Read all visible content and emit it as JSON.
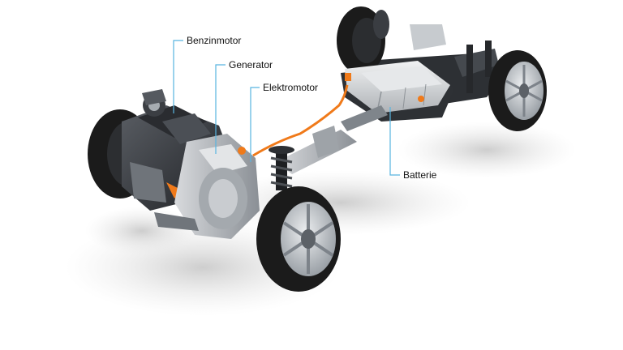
{
  "labels": {
    "engine": "Benzinmotor",
    "generator": "Generator",
    "motor": "Elektromotor",
    "battery": "Batterie"
  },
  "colors": {
    "leader_line": "#58b4e0",
    "hv_cable": "#f07a1a",
    "tire": "#1b1b1b",
    "rim": "#c9ccd0",
    "metal_dark": "#3a3d42",
    "metal_light": "#b9bdc2",
    "battery_pack": "#d9dcdf",
    "shadow": "#d4d4d4"
  }
}
